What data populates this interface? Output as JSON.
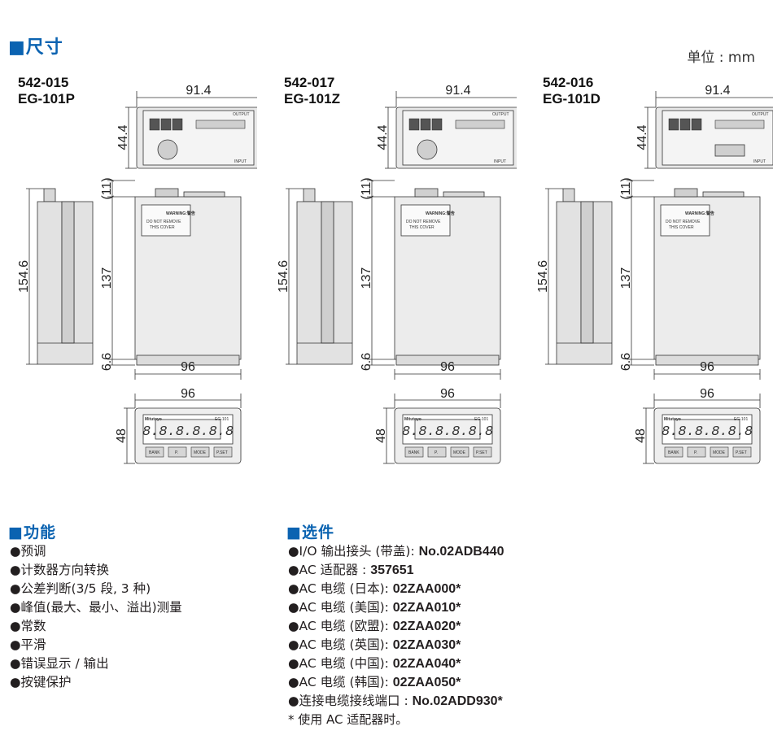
{
  "dimensions": {
    "title": "■尺寸",
    "unit": "单位 : mm"
  },
  "models": [
    {
      "code": "542-015",
      "name": "EG-101P",
      "dims": {
        "width": "91.4",
        "height_top": "44.4",
        "side_total": "154.6",
        "conn": "(11)",
        "body": "137",
        "depth": "96",
        "base": "6.6",
        "front_width": "96",
        "front_height": "48"
      },
      "connector": "round"
    },
    {
      "code": "542-017",
      "name": "EG-101Z",
      "dims": {
        "width": "91.4",
        "height_top": "44.4",
        "side_total": "154.6",
        "conn": "(11)",
        "body": "137",
        "depth": "96",
        "base": "6.6",
        "front_width": "96",
        "front_height": "48"
      },
      "connector": "round"
    },
    {
      "code": "542-016",
      "name": "EG-101D",
      "dims": {
        "width": "91.4",
        "height_top": "44.4",
        "side_total": "154.6",
        "conn": "(11)",
        "body": "137",
        "depth": "96",
        "base": "6.6",
        "front_width": "96",
        "front_height": "48"
      },
      "connector": "dsub"
    }
  ],
  "device_labels": {
    "warning": "WARNING:警告",
    "do_not_remove": "DO NOT REMOVE",
    "this_cover": "THIS COVER",
    "display": "8.8.8.8.8.8",
    "buttons": [
      "BANK",
      "P.",
      "MODE",
      "P.SET"
    ],
    "brand": "Mitutoyo",
    "model_badge": "EG-101",
    "output": "OUTPUT",
    "input": "INPUT"
  },
  "functions": {
    "title": "■功能",
    "items": [
      "●预调",
      "●计数器方向转换",
      "●公差判断(3/5 段, 3 种)",
      "●峰值(最大、最小、溢出)测量",
      "●常数",
      "●平滑",
      "●错误显示 / 输出",
      "●按键保护"
    ]
  },
  "options": {
    "title": "■选件",
    "items": [
      {
        "label": "●I/O 输出接头 (带盖): ",
        "code": "No.02ADB440"
      },
      {
        "label": "●AC 适配器 : ",
        "code": "357651"
      },
      {
        "label": "●AC 电缆 (日本): ",
        "code": "02ZAA000*"
      },
      {
        "label": "●AC 电缆 (美国): ",
        "code": "02ZAA010*"
      },
      {
        "label": "●AC 电缆 (欧盟): ",
        "code": "02ZAA020*"
      },
      {
        "label": "●AC 电缆 (英国): ",
        "code": "02ZAA030*"
      },
      {
        "label": "●AC 电缆 (中国): ",
        "code": "02ZAA040*"
      },
      {
        "label": "●AC 电缆 (韩国): ",
        "code": "02ZAA050*"
      },
      {
        "label": "●连接电缆接线端口 : ",
        "code": "No.02ADD930*"
      }
    ],
    "note": "* 使用 AC 适配器时。"
  }
}
